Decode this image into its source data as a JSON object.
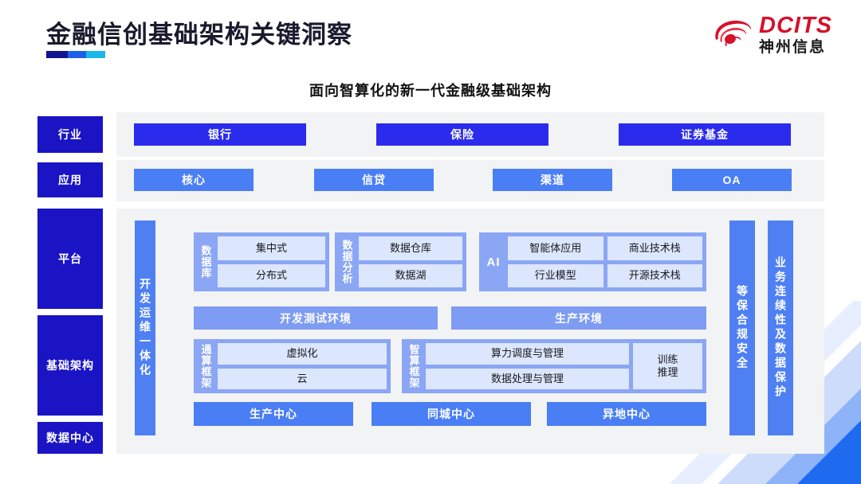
{
  "header": {
    "title": "金融信创基础架构关键洞察",
    "logo": {
      "en": "DCITS",
      "cn": "神州信息",
      "mark": "dcits-swirl-icon"
    }
  },
  "subtitle": "面向智算化的新一代金融级基础架构",
  "layers": [
    {
      "key": "industry",
      "label": "行业"
    },
    {
      "key": "application",
      "label": "应用"
    },
    {
      "key": "platform",
      "label": "平台"
    },
    {
      "key": "infrastructure",
      "label": "基础架构"
    },
    {
      "key": "datacenter",
      "label": "数据中心"
    }
  ],
  "industry": {
    "items": [
      "银行",
      "保险",
      "证券基金"
    ]
  },
  "application": {
    "items": [
      "核心",
      "信贷",
      "渠道",
      "OA"
    ]
  },
  "devops_column": {
    "label": "开发运维一体化"
  },
  "platform": {
    "database": {
      "label": "数据库",
      "items": [
        "集中式",
        "分布式"
      ]
    },
    "analytics": {
      "label": "数据分析",
      "items": [
        "数据仓库",
        "数据湖"
      ]
    },
    "ai": {
      "label": "AI",
      "items": [
        "智能体应用",
        "商业技术栈",
        "行业模型",
        "开源技术栈"
      ]
    },
    "environments": [
      "开发测试环境",
      "生产环境"
    ]
  },
  "infrastructure": {
    "general_compute": {
      "label": "通算框架",
      "items": [
        "虚拟化",
        "云"
      ]
    },
    "intelligent_compute": {
      "label": "智算框架",
      "items": [
        "算力调度与管理",
        "数据处理与管理"
      ]
    },
    "training": {
      "line1": "训练",
      "line2": "推理"
    }
  },
  "datacenter": {
    "items": [
      "生产中心",
      "同城中心",
      "异地中心"
    ]
  },
  "side_columns": [
    {
      "label": "等保合规安全"
    },
    {
      "label": "业务连续性及数据保护"
    }
  ],
  "colors": {
    "deep_blue": "#1a14c4",
    "industry_blue": "#2b2bee",
    "app_blue": "#4a7ef5",
    "group_blue": "#8aa6f5",
    "sub_blue": "#dce6fd",
    "panel_gray": "#f2f3f5",
    "logo_red": "#d6112a"
  }
}
